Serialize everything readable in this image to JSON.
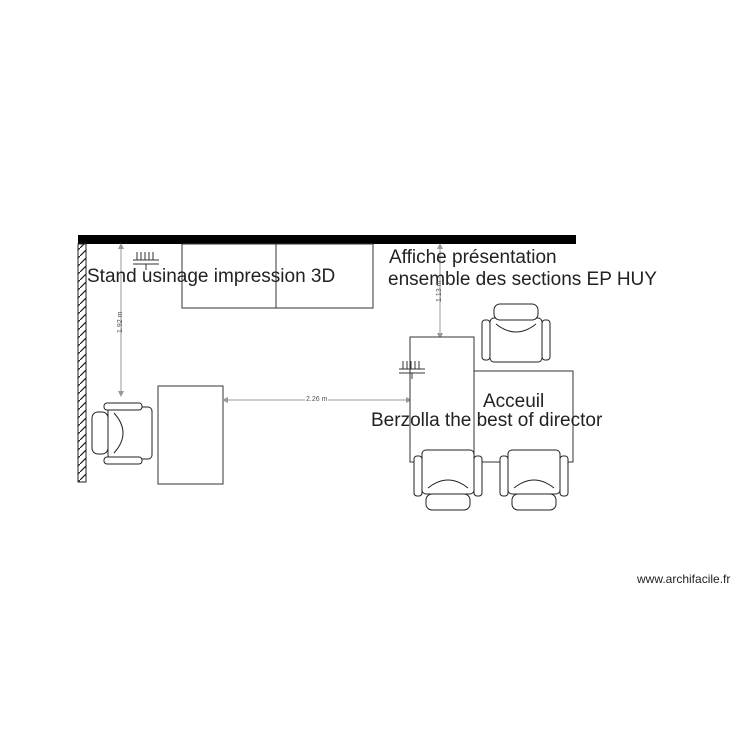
{
  "labels": {
    "stand": "Stand usinage impression 3D",
    "affiche_line1": "Affiche présentation",
    "affiche_line2": "ensemble des sections EP HUY",
    "accueil": "Acceuil",
    "director": "Berzolla the best of director"
  },
  "dimensions": {
    "left_vertical": "1.92 m",
    "horizontal": "2.26 m",
    "right_vertical": "1.13 m"
  },
  "watermark": "www.archifacile.fr"
}
